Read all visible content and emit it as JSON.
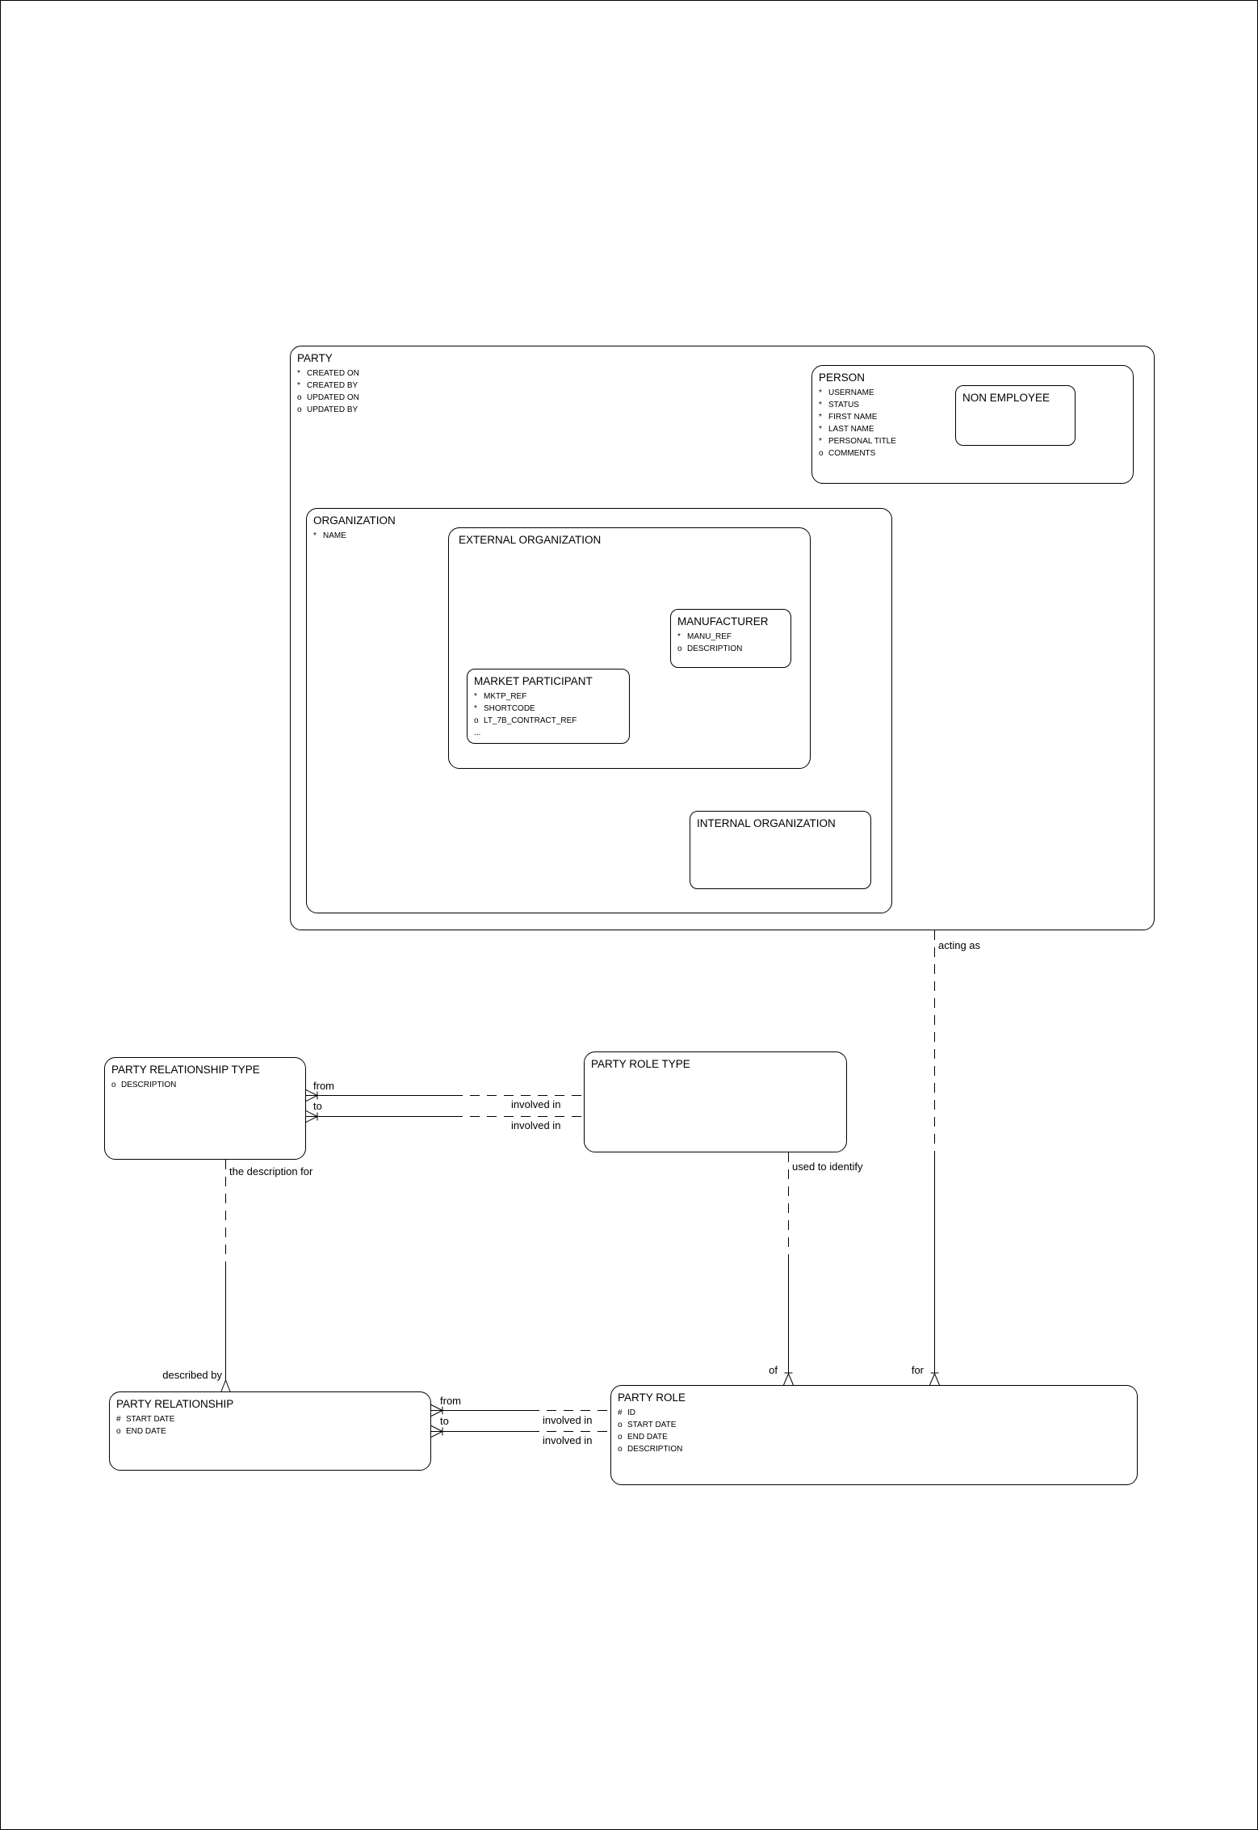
{
  "page": {
    "background": "#ffffff",
    "line_color": "#000000"
  },
  "entities": {
    "party": {
      "title": "PARTY",
      "attributes": [
        {
          "m": "*",
          "label": "CREATED ON"
        },
        {
          "m": "*",
          "label": "CREATED BY"
        },
        {
          "m": "o",
          "label": "UPDATED ON"
        },
        {
          "m": "o",
          "label": "UPDATED BY"
        }
      ]
    },
    "person": {
      "title": "PERSON",
      "attributes": [
        {
          "m": "*",
          "label": "USERNAME"
        },
        {
          "m": "*",
          "label": "STATUS"
        },
        {
          "m": "*",
          "label": "FIRST NAME"
        },
        {
          "m": "*",
          "label": "LAST NAME"
        },
        {
          "m": "*",
          "label": "PERSONAL TITLE"
        },
        {
          "m": "o",
          "label": "COMMENTS"
        }
      ]
    },
    "non_employee": {
      "title": "NON EMPLOYEE",
      "attributes": []
    },
    "organization": {
      "title": "ORGANIZATION",
      "attributes": [
        {
          "m": "*",
          "label": "NAME"
        }
      ]
    },
    "external_organization": {
      "title": "EXTERNAL ORGANIZATION",
      "attributes": []
    },
    "manufacturer": {
      "title": "MANUFACTURER",
      "attributes": [
        {
          "m": "*",
          "label": "MANU_REF"
        },
        {
          "m": "o",
          "label": "DESCRIPTION"
        }
      ]
    },
    "market_participant": {
      "title": "MARKET PARTICIPANT",
      "attributes": [
        {
          "m": "*",
          "label": "MKTP_REF"
        },
        {
          "m": "*",
          "label": "SHORTCODE"
        },
        {
          "m": "o",
          "label": "LT_7B_CONTRACT_REF"
        },
        {
          "m": "...",
          "label": ""
        }
      ]
    },
    "internal_organization": {
      "title": "INTERNAL ORGANIZATION",
      "attributes": []
    },
    "party_relationship_type": {
      "title": "PARTY RELATIONSHIP TYPE",
      "attributes": [
        {
          "m": "o",
          "label": "DESCRIPTION"
        }
      ]
    },
    "party_role_type": {
      "title": "PARTY ROLE TYPE",
      "attributes": []
    },
    "party_relationship": {
      "title": "PARTY RELATIONSHIP",
      "attributes": [
        {
          "m": "#",
          "label": "START DATE"
        },
        {
          "m": "o",
          "label": "END DATE"
        }
      ]
    },
    "party_role": {
      "title": "PARTY ROLE",
      "attributes": [
        {
          "m": "#",
          "label": "ID"
        },
        {
          "m": "o",
          "label": "START DATE"
        },
        {
          "m": "o",
          "label": "END DATE"
        },
        {
          "m": "o",
          "label": "DESCRIPTION"
        }
      ]
    }
  },
  "labels": {
    "rel_type_from": "from",
    "rel_type_to": "to",
    "rel_type_involved_in_1": "involved in",
    "rel_type_involved_in_2": "involved in",
    "rel_from": "from",
    "rel_to": "to",
    "rel_involved_in_1": "involved in",
    "rel_involved_in_2": "involved in",
    "acting_as": "acting as",
    "for": "for",
    "used_to_identify": "used to identify",
    "of": "of",
    "the_description_for": "the description for",
    "described_by": "described by"
  }
}
